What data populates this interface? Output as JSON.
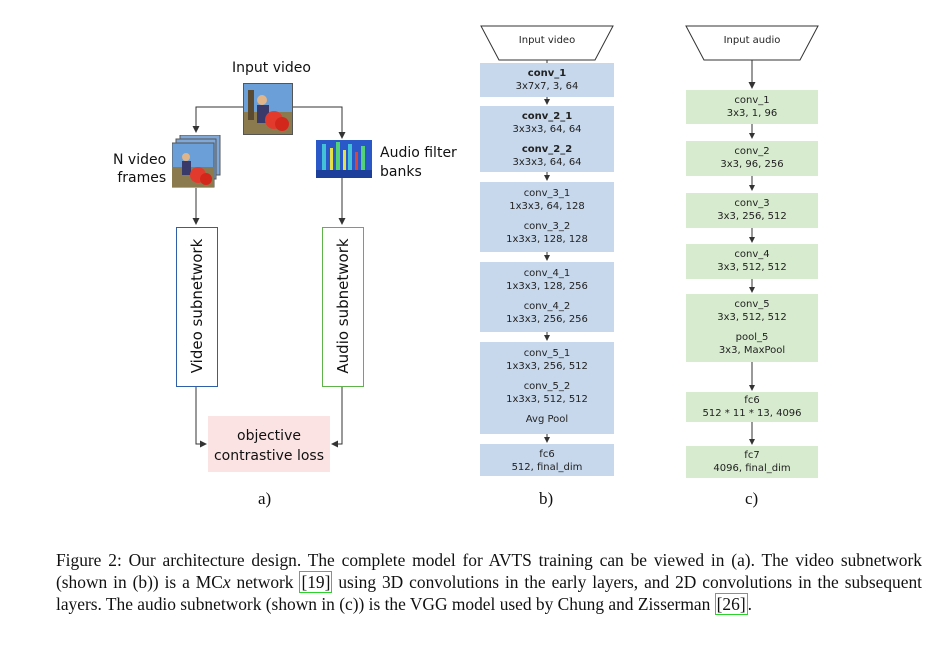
{
  "panel_a": {
    "input_video": "Input video",
    "video_frames_label_line1": "N video",
    "video_frames_label_line2": "frames",
    "audio_label_line1": "Audio filter",
    "audio_label_line2": "banks",
    "video_subnet": "Video subnetwork",
    "audio_subnet": "Audio subnetwork",
    "objective_line1": "objective",
    "objective_line2": "contrastive loss",
    "tag": "a)",
    "colors": {
      "video_box": "#2e5fa8",
      "audio_box": "#5fb34a",
      "objective_bg": "#fbe3e3"
    }
  },
  "panel_b": {
    "input_label": "Input video",
    "tag": "b)",
    "layers": [
      {
        "name": "conv_1",
        "dims": "3x7x7, 3, 64"
      },
      {
        "name": "conv_2_1",
        "dims": "3x3x3, 64, 64"
      },
      {
        "name": "conv_2_2",
        "dims": "3x3x3, 64, 64"
      },
      {
        "name": "conv_3_1",
        "dims": "1x3x3, 64, 128"
      },
      {
        "name": "conv_3_2",
        "dims": "1x3x3, 128, 128"
      },
      {
        "name": "conv_4_1",
        "dims": "1x3x3, 128, 256"
      },
      {
        "name": "conv_4_2",
        "dims": "1x3x3, 256, 256"
      },
      {
        "name": "conv_5_1",
        "dims": "1x3x3, 256, 512"
      },
      {
        "name": "conv_5_2",
        "dims": "1x3x3, 512, 512"
      },
      {
        "name": "Avg Pool",
        "dims": ""
      },
      {
        "name": "fc6",
        "dims": "512, final_dim"
      }
    ]
  },
  "panel_c": {
    "input_label": "Input audio",
    "tag": "c)",
    "layers": [
      {
        "name": "conv_1",
        "dims": "3x3, 1, 96"
      },
      {
        "name": "conv_2",
        "dims": "3x3, 96, 256"
      },
      {
        "name": "conv_3",
        "dims": "3x3, 256, 512"
      },
      {
        "name": "conv_4",
        "dims": "3x3, 512, 512"
      },
      {
        "name": "conv_5",
        "dims": "3x3, 512, 512"
      },
      {
        "name": "pool_5",
        "dims": "3x3, MaxPool"
      },
      {
        "name": "fc6",
        "dims": "512 * 11 * 13, 4096"
      },
      {
        "name": "fc7",
        "dims": "4096, final_dim"
      }
    ]
  },
  "caption": {
    "part1": "Figure 2: Our architecture design. The complete model for AVTS training can be viewed in (a). The video subnetwork (shown in (b)) is a MC",
    "x": "x",
    "part2": " network ",
    "ref1": "[19]",
    "part3": " using 3D convolutions in the early layers, and 2D convolutions in the subsequent layers.  The audio subnetwork (shown in (c)) is the VGG model used by Chung and Zisserman ",
    "ref2": "[26]",
    "part4": "."
  }
}
